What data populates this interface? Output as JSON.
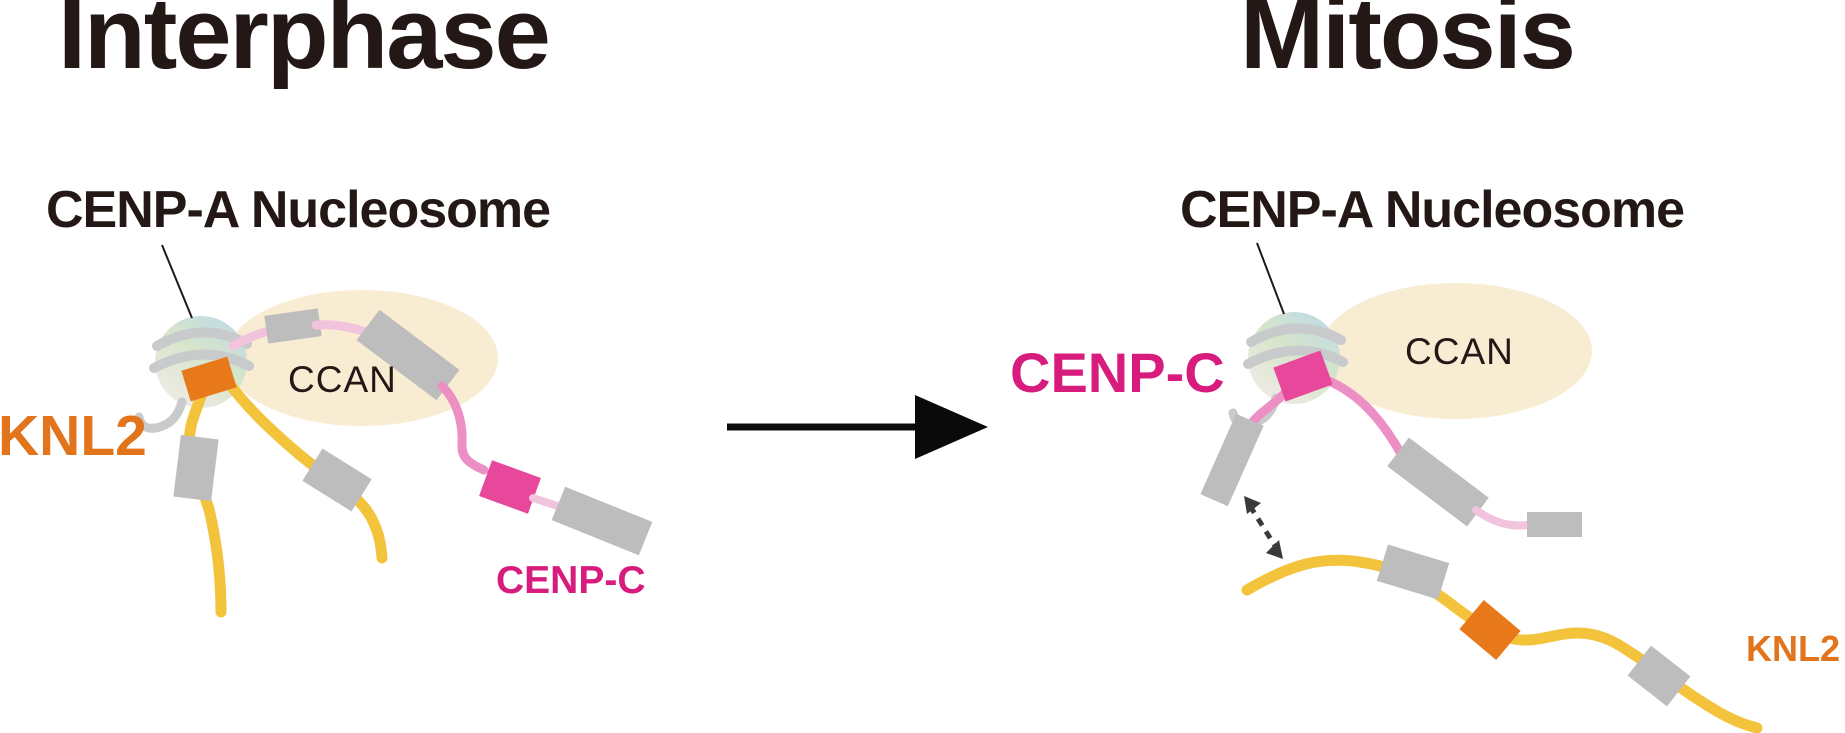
{
  "figure": {
    "left_panel": {
      "title": "Interphase",
      "nucleosome_label": "CENP-A Nucleosome",
      "ccan_label": "CCAN",
      "knl2_label": "KNL2",
      "cenpc_label": "CENP-C"
    },
    "right_panel": {
      "title": "Mitosis",
      "nucleosome_label": "CENP-A Nucleosome",
      "ccan_label": "CCAN",
      "cenpc_label": "CENP-C",
      "knl2_label": "KNL2"
    }
  },
  "colors": {
    "ink": "#231815",
    "arrow_black": "#0a0a0a",
    "orange": "#E8791B",
    "orangeText": "#E2741C",
    "yellow": "#F3C33C",
    "gray": "#BDBDBD",
    "lightGray": "#C9CACB",
    "beige": "#F8EDD2",
    "pinkLight": "#F2C3DD",
    "pinkMid": "#EC8FC4",
    "magentaRect": "#E8489B",
    "magentaText": "#D81C7E",
    "dashArrow": "#3A3A3C"
  }
}
